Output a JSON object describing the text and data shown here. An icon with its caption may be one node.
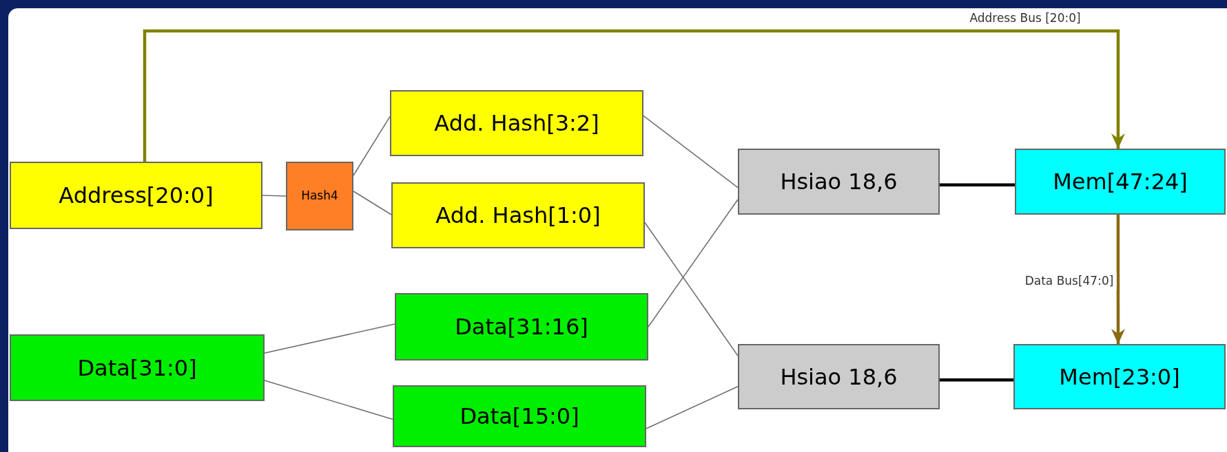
{
  "diagram": {
    "nodes": [
      {
        "text": [
          "Address[20:0]"
        ]
      },
      {
        "text": [
          "Hash4"
        ]
      },
      {
        "text": [
          "Add. Hash[3:2]"
        ]
      },
      {
        "text": [
          "Add. Hash[1:0]"
        ]
      },
      {
        "text": [
          "Hsiao 18,6"
        ]
      },
      {
        "text": [
          "Mem[47:24]"
        ]
      },
      {
        "text": [
          "Data[31:16]"
        ]
      },
      {
        "text": [
          "Data[31:0]"
        ]
      },
      {
        "text": [
          "Data[15:0]"
        ]
      },
      {
        "text": [
          "Hsiao 18,6"
        ]
      },
      {
        "text": [
          "Mem[23:0]"
        ]
      }
    ],
    "edges": [
      {
        "from": 0,
        "to": 5,
        "arrow": "to",
        "label": "Address Bus [20:0]",
        "style": "thick",
        "color": "#808000"
      },
      {
        "from": 0,
        "to": 1,
        "arrow": "none"
      },
      {
        "from": 1,
        "to": 2,
        "arrow": "none"
      },
      {
        "from": 1,
        "to": 3,
        "arrow": "none"
      },
      {
        "from": 2,
        "to": 4,
        "arrow": "none"
      },
      {
        "from": 3,
        "to": 9,
        "arrow": "none"
      },
      {
        "from": 7,
        "to": 6,
        "arrow": "none"
      },
      {
        "from": 7,
        "to": 8,
        "arrow": "none"
      },
      {
        "from": 6,
        "to": 4,
        "arrow": "none"
      },
      {
        "from": 8,
        "to": 9,
        "arrow": "none"
      },
      {
        "from": 4,
        "to": 5,
        "arrow": "none",
        "style": "thick",
        "color": "#000000"
      },
      {
        "from": 9,
        "to": 10,
        "arrow": "none",
        "style": "thick",
        "color": "#000000"
      },
      {
        "from": 5,
        "to": 10,
        "arrow": "to",
        "label": "Data Bus[47:0]",
        "style": "thick",
        "color": "#8b6914"
      }
    ]
  }
}
